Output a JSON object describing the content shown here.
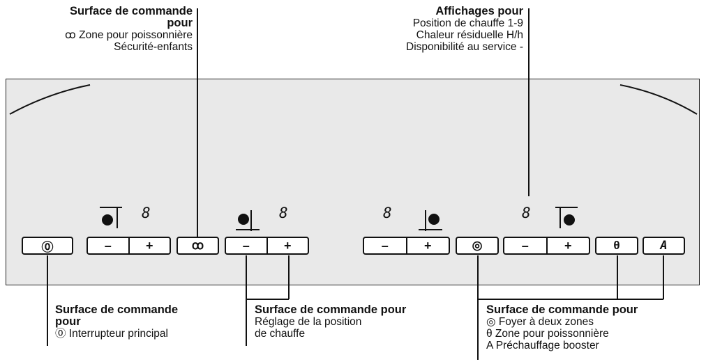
{
  "top_left": {
    "heading_line1": "Surface de commande",
    "heading_line2": "pour",
    "items": [
      "ꝏ Zone pour poissonnière",
      "Sécurité-enfants"
    ]
  },
  "top_right": {
    "heading": "Affichages pour",
    "items": [
      "Position de chauffe 1-9",
      "Chaleur résiduelle H/h",
      "Disponibilité au service -"
    ]
  },
  "controls": {
    "power_symbol": "⓪",
    "minus": "–",
    "plus": "+",
    "digit": "8",
    "fish_zone_symbol": "ꝏ",
    "dual_zone_symbol": "◎",
    "fish_zone_button_symbol": "θ",
    "booster_symbol": "A"
  },
  "bottom_left": {
    "heading_line1": "Surface de commande",
    "heading_line2": "pour",
    "item": "⓪ Interrupteur principal"
  },
  "bottom_middle": {
    "heading": "Surface de commande pour",
    "line1": "Réglage de la position",
    "line2": "de chauffe"
  },
  "bottom_right": {
    "heading": "Surface de commande pour",
    "items": [
      "◎ Foyer à deux zones",
      "θ Zone pour poissonnière",
      "A Préchauffage booster"
    ]
  }
}
